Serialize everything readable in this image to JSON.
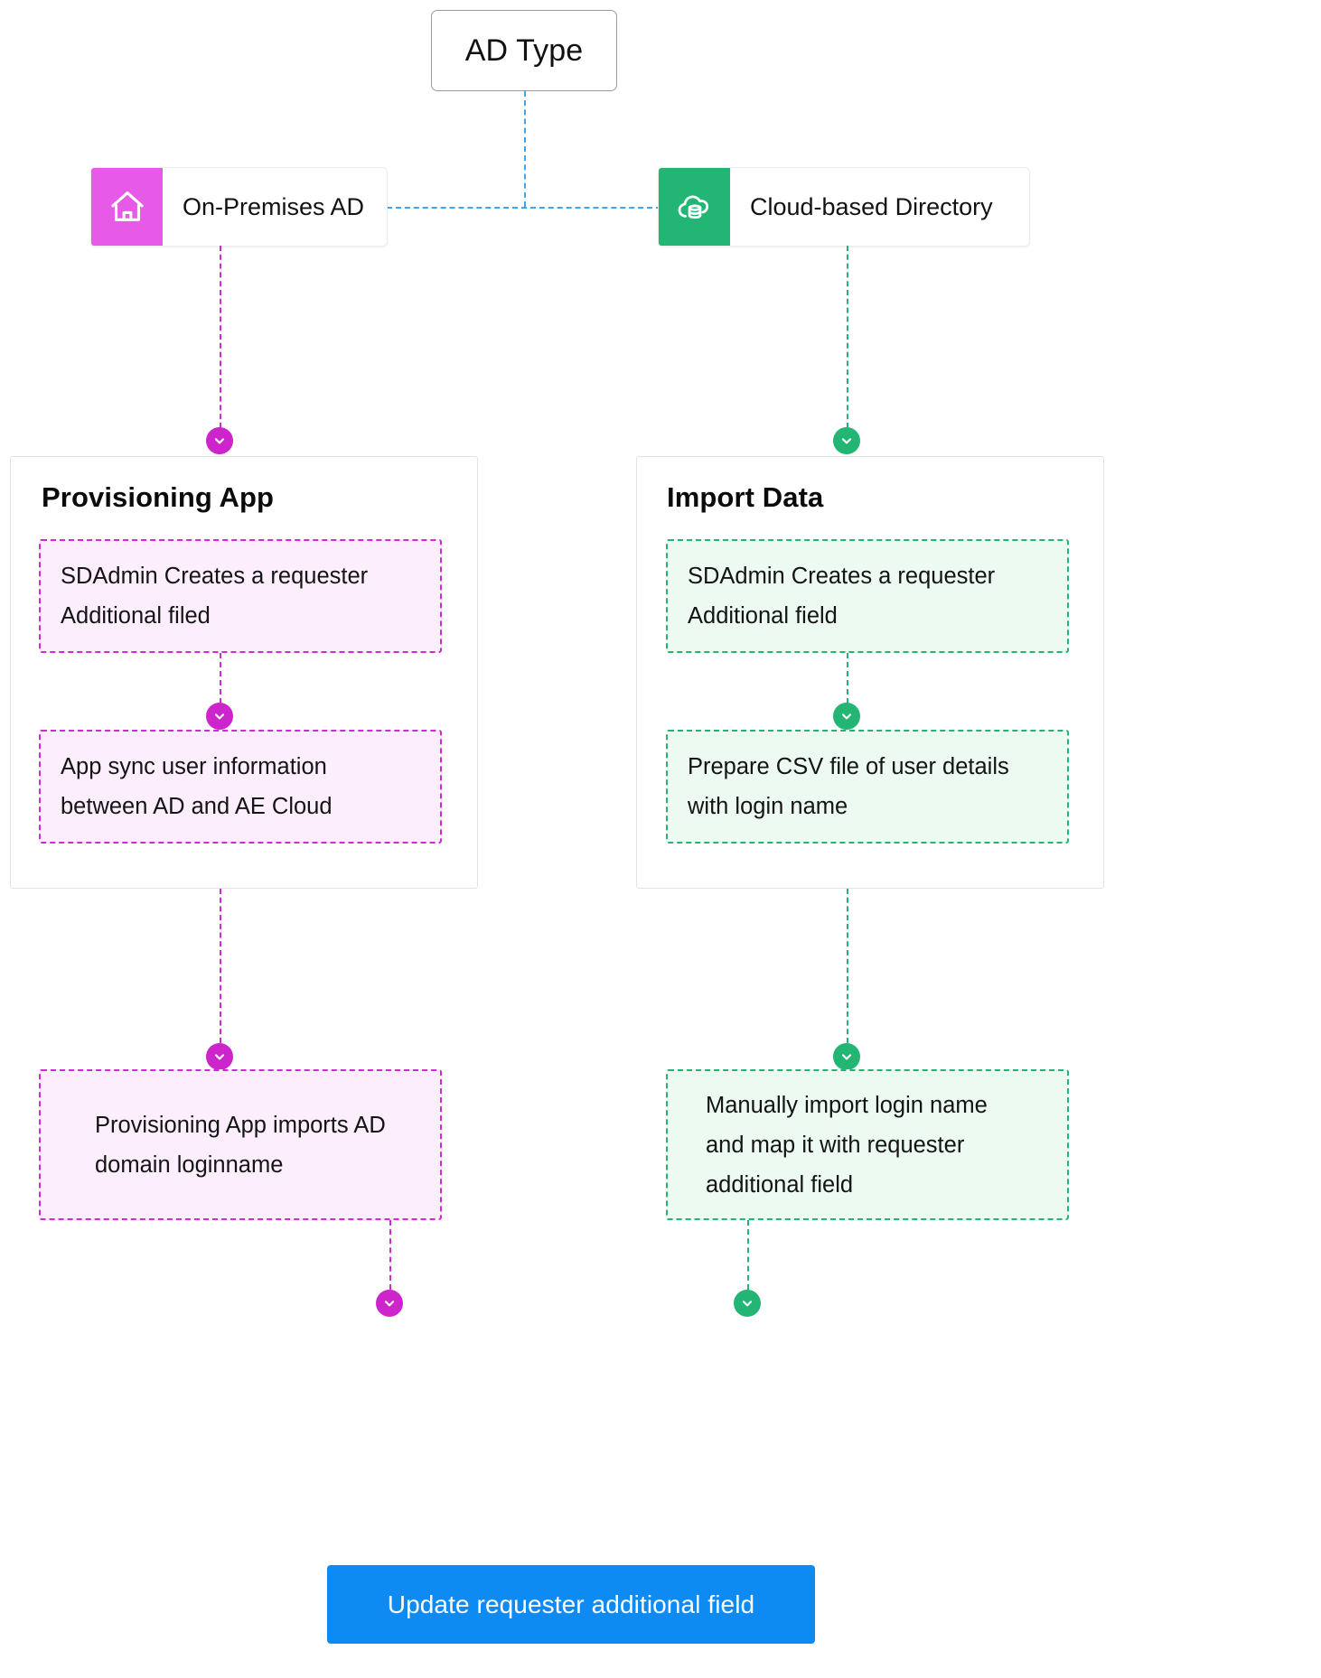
{
  "diagram": {
    "root": {
      "label": "AD Type"
    },
    "branches": [
      {
        "id": "on-premises-ad",
        "label": "On-Premises AD",
        "icon": "home-icon",
        "accent": "#e75ae7"
      },
      {
        "id": "cloud-based-directory",
        "label": "Cloud-based Directory",
        "icon": "cloud-database-icon",
        "accent": "#22b573"
      }
    ],
    "groups": [
      {
        "id": "provisioning-app",
        "title": "Provisioning App",
        "accent": "#d22ad2",
        "steps": [
          {
            "lines": [
              "SDAdmin Creates a requester",
              "Additional filed"
            ]
          },
          {
            "lines": [
              "App sync user information",
              "between AD and AE Cloud"
            ]
          }
        ]
      },
      {
        "id": "import-data",
        "title": "Import Data",
        "accent": "#22b573",
        "steps": [
          {
            "lines": [
              "SDAdmin Creates a requester",
              "Additional field"
            ]
          },
          {
            "lines": [
              "Prepare CSV file of user details",
              "with login name"
            ]
          }
        ]
      }
    ],
    "outcome_steps": [
      {
        "id": "provisioning-app-imports",
        "accent": "#d22ad2",
        "lines": [
          "Provisioning App imports AD",
          "domain loginname"
        ]
      },
      {
        "id": "manual-import-map",
        "accent": "#22b573",
        "lines": [
          "Manually import login name",
          "and map it with requester",
          "additional field"
        ]
      }
    ],
    "final": {
      "label": "Update requester additional field",
      "color": "#0d8bf2"
    },
    "connector_icon": "chevron-down-icon",
    "link_colors": {
      "root": "#3ea5e8",
      "left_branch": "#d22ad2",
      "right_branch": "#22b573"
    }
  }
}
